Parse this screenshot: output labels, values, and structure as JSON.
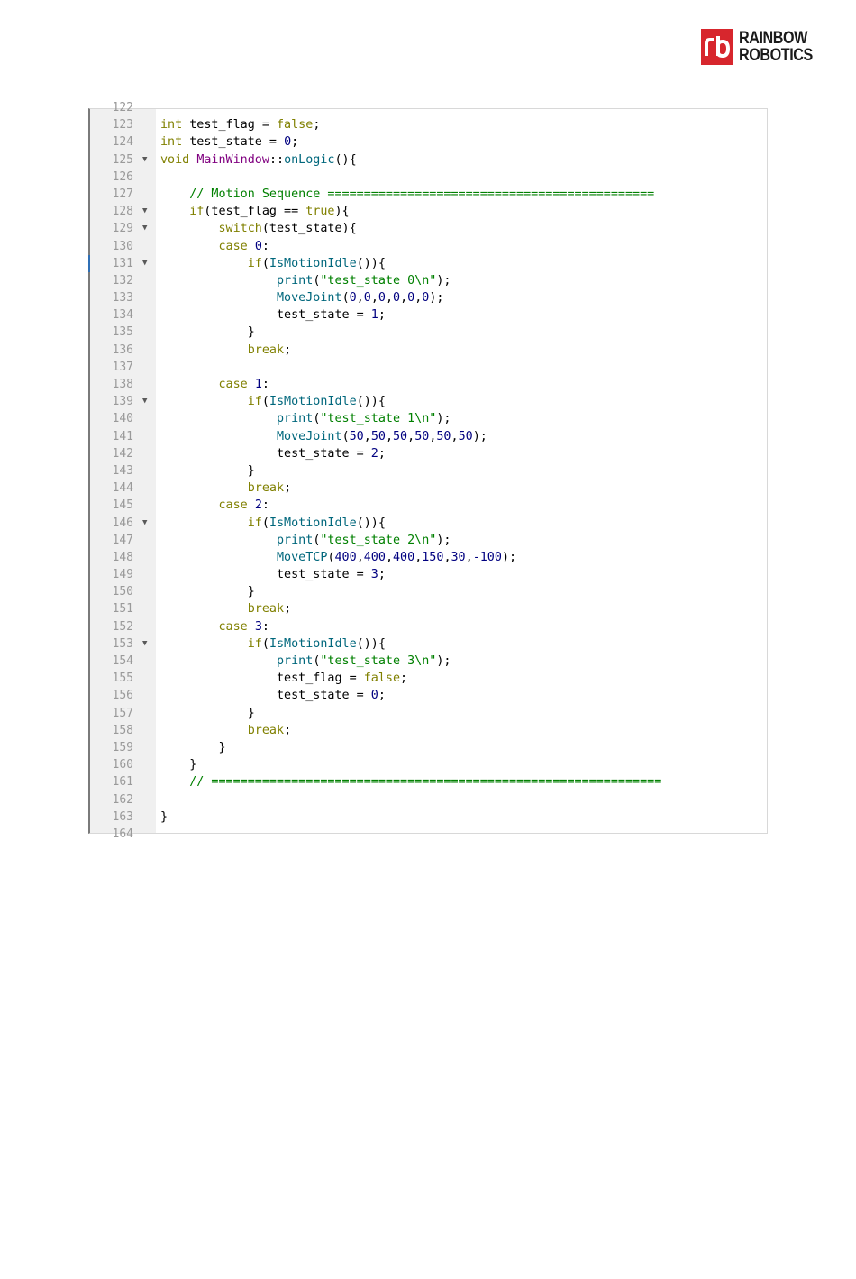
{
  "logo": {
    "line1": "RAINBOW",
    "line2": "ROBOTICS",
    "mark_color": "#d7262d"
  },
  "editor": {
    "lines": [
      {
        "n": "122",
        "fold": false,
        "code": ""
      },
      {
        "n": "123",
        "fold": false,
        "code": "int test_flag = false;"
      },
      {
        "n": "124",
        "fold": false,
        "code": "int test_state = 0;"
      },
      {
        "n": "125",
        "fold": true,
        "code": "void MainWindow::onLogic(){"
      },
      {
        "n": "126",
        "fold": false,
        "code": ""
      },
      {
        "n": "127",
        "fold": false,
        "code": "    // Motion Sequence ============================================="
      },
      {
        "n": "128",
        "fold": true,
        "code": "    if(test_flag == true){"
      },
      {
        "n": "129",
        "fold": true,
        "code": "        switch(test_state){"
      },
      {
        "n": "130",
        "fold": false,
        "code": "        case 0:"
      },
      {
        "n": "131",
        "fold": true,
        "code": "            if(IsMotionIdle()){"
      },
      {
        "n": "132",
        "fold": false,
        "code": "                print(\"test_state 0\\n\");"
      },
      {
        "n": "133",
        "fold": false,
        "code": "                MoveJoint(0,0,0,0,0,0);"
      },
      {
        "n": "134",
        "fold": false,
        "code": "                test_state = 1;"
      },
      {
        "n": "135",
        "fold": false,
        "code": "            }"
      },
      {
        "n": "136",
        "fold": false,
        "code": "            break;"
      },
      {
        "n": "137",
        "fold": false,
        "code": ""
      },
      {
        "n": "138",
        "fold": false,
        "code": "        case 1:"
      },
      {
        "n": "139",
        "fold": true,
        "code": "            if(IsMotionIdle()){"
      },
      {
        "n": "140",
        "fold": false,
        "code": "                print(\"test_state 1\\n\");"
      },
      {
        "n": "141",
        "fold": false,
        "code": "                MoveJoint(50,50,50,50,50,50);"
      },
      {
        "n": "142",
        "fold": false,
        "code": "                test_state = 2;"
      },
      {
        "n": "143",
        "fold": false,
        "code": "            }"
      },
      {
        "n": "144",
        "fold": false,
        "code": "            break;"
      },
      {
        "n": "145",
        "fold": false,
        "code": "        case 2:"
      },
      {
        "n": "146",
        "fold": true,
        "code": "            if(IsMotionIdle()){"
      },
      {
        "n": "147",
        "fold": false,
        "code": "                print(\"test_state 2\\n\");"
      },
      {
        "n": "148",
        "fold": false,
        "code": "                MoveTCP(400,400,400,150,30,-100);"
      },
      {
        "n": "149",
        "fold": false,
        "code": "                test_state = 3;"
      },
      {
        "n": "150",
        "fold": false,
        "code": "            }"
      },
      {
        "n": "151",
        "fold": false,
        "code": "            break;"
      },
      {
        "n": "152",
        "fold": false,
        "code": "        case 3:"
      },
      {
        "n": "153",
        "fold": true,
        "code": "            if(IsMotionIdle()){"
      },
      {
        "n": "154",
        "fold": false,
        "code": "                print(\"test_state 3\\n\");"
      },
      {
        "n": "155",
        "fold": false,
        "code": "                test_flag = false;"
      },
      {
        "n": "156",
        "fold": false,
        "code": "                test_state = 0;"
      },
      {
        "n": "157",
        "fold": false,
        "code": "            }"
      },
      {
        "n": "158",
        "fold": false,
        "code": "            break;"
      },
      {
        "n": "159",
        "fold": false,
        "code": "        }"
      },
      {
        "n": "160",
        "fold": false,
        "code": "    }"
      },
      {
        "n": "161",
        "fold": false,
        "code": "    // =============================================================="
      },
      {
        "n": "162",
        "fold": false,
        "code": ""
      },
      {
        "n": "163",
        "fold": false,
        "code": "}"
      },
      {
        "n": "164",
        "fold": false,
        "code": ""
      }
    ],
    "cursor_line": "131",
    "colors": {
      "keyword": "#808000",
      "function": "#00677c",
      "class": "#800080",
      "number": "#000080",
      "string": "#008000",
      "comment": "#008000"
    }
  }
}
